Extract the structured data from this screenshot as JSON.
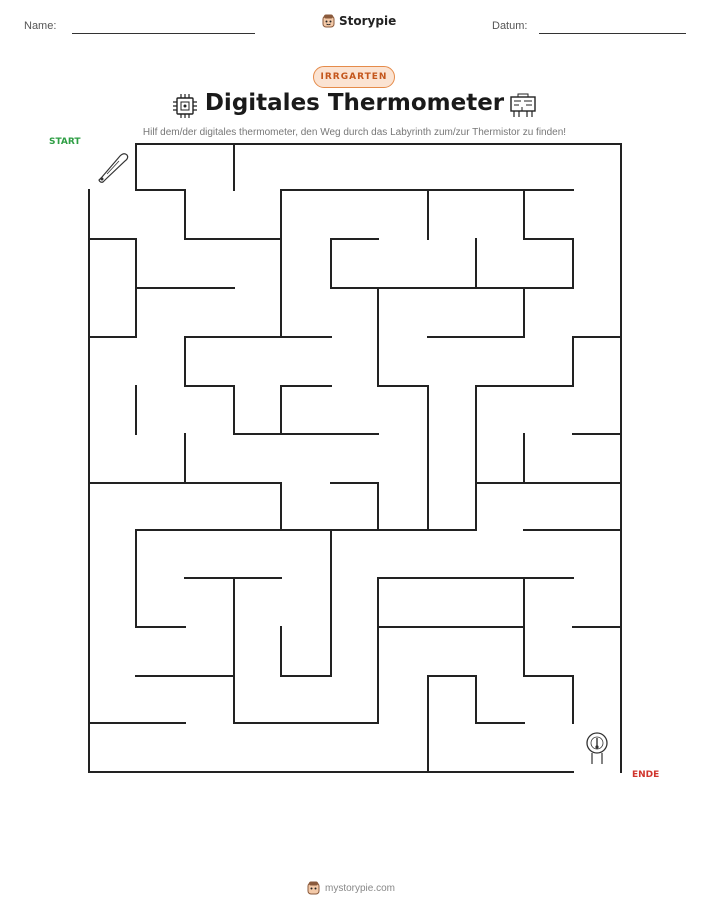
{
  "header": {
    "name_label": "Name:",
    "date_label": "Datum:",
    "brand": "Storypie"
  },
  "badge": "IRRGARTEN",
  "title": "Digitales Thermometer",
  "subtitle": "Hilf dem/der digitales thermometer, den Weg durch das Labyrinth zum/zur Thermistor zu finden!",
  "maze": {
    "start_label": "START",
    "end_label": "ENDE",
    "start_icon": "thermometer-icon",
    "end_icon": "thermistor-icon"
  },
  "footer": {
    "site": "mystorypie.com"
  },
  "colors": {
    "start": "#2e9e44",
    "end": "#d0342c",
    "badge_border": "#e58b4a",
    "badge_fill": "#fbe3d2",
    "badge_text": "#c4561c"
  }
}
